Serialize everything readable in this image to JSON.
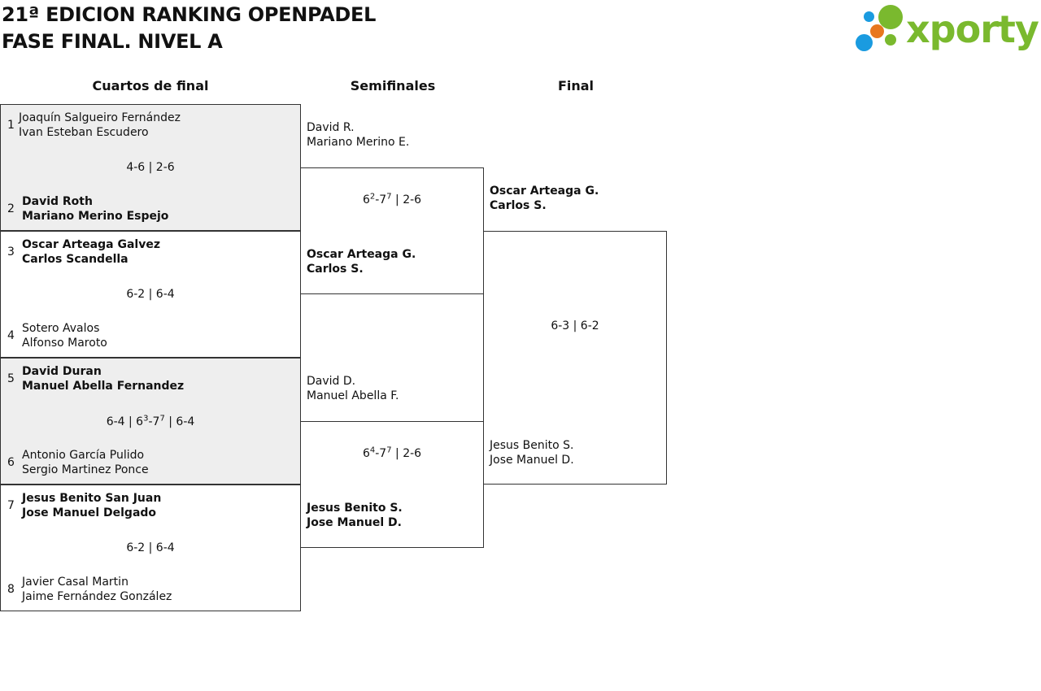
{
  "header": {
    "title_line1": "21ª EDICION RANKING OPENPADEL",
    "title_line2": "FASE FINAL. NIVEL A",
    "logo_text": "xporty",
    "logo_colors": {
      "green": "#7ab92e",
      "blue": "#1a9be0",
      "orange": "#e8771e"
    }
  },
  "rounds": {
    "quarterfinals": "Cuartos de final",
    "semifinals": "Semifinales",
    "final": "Final"
  },
  "quarterfinals": [
    {
      "seed_a": "1",
      "team_a_1": "Joaquín Salgueiro Fernández",
      "team_a_2": "Ivan Esteban Escudero",
      "score": "4-6 | 2-6",
      "seed_b": "2",
      "team_b_1": "David Roth",
      "team_b_2": "Mariano Merino Espejo",
      "winner": "b"
    },
    {
      "seed_a": "3",
      "team_a_1": "Oscar Arteaga Galvez",
      "team_a_2": "Carlos Scandella",
      "score": "6-2 | 6-4",
      "seed_b": "4",
      "team_b_1": "Sotero Avalos",
      "team_b_2": "Alfonso Maroto",
      "winner": "a"
    },
    {
      "seed_a": "5",
      "team_a_1": "David Duran",
      "team_a_2": "Manuel Abella Fernandez",
      "score_parts": {
        "s1": "6-4 | 6",
        "s1_sup": "3",
        "s2": "-7",
        "s2_sup": "7",
        "s3": " | 6-4"
      },
      "seed_b": "6",
      "team_b_1": "Antonio García Pulido",
      "team_b_2": "Sergio Martinez Ponce",
      "winner": "a"
    },
    {
      "seed_a": "7",
      "team_a_1": "Jesus Benito San Juan",
      "team_a_2": "Jose Manuel Delgado",
      "score": "6-2 | 6-4",
      "seed_b": "8",
      "team_b_1": "Javier Casal Martin",
      "team_b_2": "Jaime Fernández González",
      "winner": "a"
    }
  ],
  "semifinals": [
    {
      "team_a_1": "David R.",
      "team_a_2": "Mariano Merino E.",
      "score_parts": {
        "s1": "6",
        "s1_sup": "2",
        "s2": "-7",
        "s2_sup": "7",
        "s3": " | 2-6"
      },
      "team_b_1": "Oscar Arteaga G.",
      "team_b_2": "Carlos S.",
      "winner": "b"
    },
    {
      "team_a_1": "David D.",
      "team_a_2": "Manuel Abella F.",
      "score_parts": {
        "s1": "6",
        "s1_sup": "4",
        "s2": "-7",
        "s2_sup": "7",
        "s3": " | 2-6"
      },
      "team_b_1": "Jesus Benito S.",
      "team_b_2": "Jose Manuel D.",
      "winner": "b"
    }
  ],
  "final": {
    "team_a_1": "Oscar Arteaga G.",
    "team_a_2": "Carlos S.",
    "score": "6-3 | 6-2",
    "team_b_1": "Jesus Benito S.",
    "team_b_2": "Jose Manuel D.",
    "winner": "a"
  }
}
